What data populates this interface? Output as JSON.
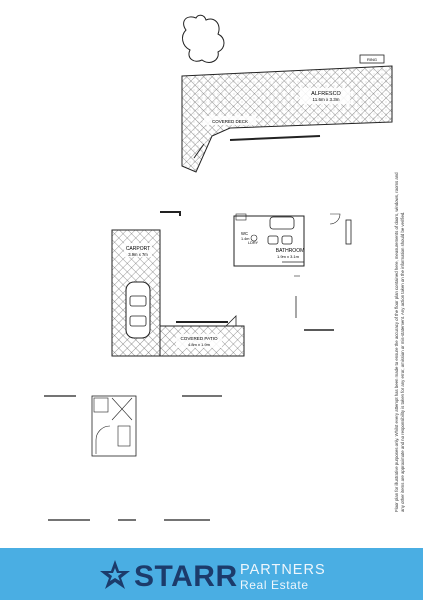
{
  "plan": {
    "rooms": {
      "alfresco": "ALFRESCO",
      "alfresco_size": "11.6m x 3.3m",
      "covered_deck": "COVERED DECK",
      "carport": "CARPORT",
      "carport_size": "3.9m x 7m",
      "bathroom": "BATHROOM",
      "bathroom_size": "1.9m x 3.1m",
      "covered_patio": "COVERED PATIO",
      "covered_patio_size": "4.8m x 1.9m",
      "wc": "WC",
      "wc_size": "1.4m",
      "ldry": "LDRY",
      "ring": "RING"
    }
  },
  "disclaimer": "Floor plan for illustrative purposes only. Whilst every attempt has been made to ensure the accuracy of the floor plan contained here, measurements of doors, windows, rooms and any other items are approximate and no responsibility is taken for any error, omission or mis-statement. Any action taken on the information should be verified.",
  "footer": {
    "brand": "STARR",
    "sub1": "PARTNERS",
    "sub2": "Real Estate",
    "bg_color": "#4aaee3",
    "brand_color": "#1c3b6b"
  }
}
